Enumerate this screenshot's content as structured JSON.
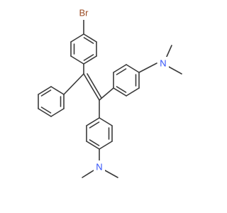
{
  "molecule": {
    "atoms": {
      "br": {
        "label": "Br",
        "color": "#9a4a22"
      },
      "n1": {
        "label": "N",
        "color": "#3050f8"
      },
      "n2": {
        "label": "N",
        "color": "#3050f8"
      }
    },
    "bond_color": "#3a3a3a"
  }
}
